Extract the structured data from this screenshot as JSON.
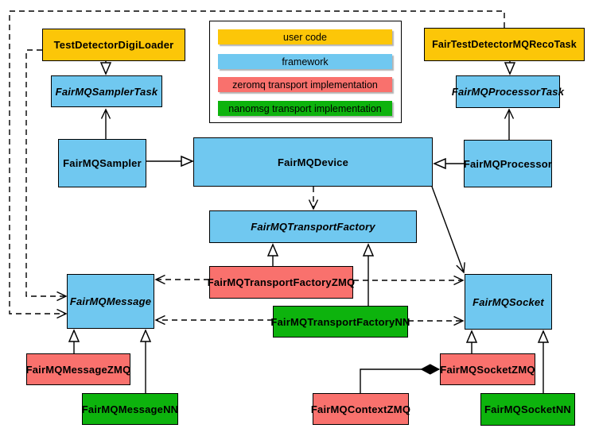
{
  "legend": {
    "items": [
      {
        "label": "user code",
        "color": "#fcc608"
      },
      {
        "label": "framework",
        "color": "#70c8f0"
      },
      {
        "label": "zeromq transport implementation",
        "color": "#f9716d"
      },
      {
        "label": "nanomsg transport implementation",
        "color": "#0db30d"
      }
    ]
  },
  "nodes": [
    {
      "label": "TestDetectorDigiLoader",
      "category": "user code",
      "abstract": false
    },
    {
      "label": "FairTestDetectorMQRecoTask",
      "category": "user code",
      "abstract": false
    },
    {
      "label": "FairMQSamplerTask",
      "category": "framework",
      "abstract": true
    },
    {
      "label": "FairMQProcessorTask",
      "category": "framework",
      "abstract": true
    },
    {
      "label": "FairMQSampler",
      "category": "framework",
      "abstract": false
    },
    {
      "label": "FairMQDevice",
      "category": "framework",
      "abstract": false
    },
    {
      "label": "FairMQProcessor",
      "category": "framework",
      "abstract": false
    },
    {
      "label": "FairMQTransportFactory",
      "category": "framework",
      "abstract": true
    },
    {
      "label": "FairMQTransportFactoryZMQ",
      "category": "zeromq transport implementation",
      "abstract": false
    },
    {
      "label": "FairMQTransportFactoryNN",
      "category": "nanomsg transport implementation",
      "abstract": false
    },
    {
      "label": "FairMQMessage",
      "category": "framework",
      "abstract": true
    },
    {
      "label": "FairMQSocket",
      "category": "framework",
      "abstract": true
    },
    {
      "label": "FairMQMessageZMQ",
      "category": "zeromq transport implementation",
      "abstract": false
    },
    {
      "label": "FairMQMessageNN",
      "category": "nanomsg transport implementation",
      "abstract": false
    },
    {
      "label": "FairMQSocketZMQ",
      "category": "zeromq transport implementation",
      "abstract": false
    },
    {
      "label": "FairMQSocketNN",
      "category": "nanomsg transport implementation",
      "abstract": false
    },
    {
      "label": "FairMQContextZMQ",
      "category": "zeromq transport implementation",
      "abstract": false
    }
  ],
  "edges": [
    {
      "from": "TestDetectorDigiLoader",
      "to": "FairMQSamplerTask",
      "type": "inheritance"
    },
    {
      "from": "FairTestDetectorMQRecoTask",
      "to": "FairMQProcessorTask",
      "type": "inheritance"
    },
    {
      "from": "FairMQSampler",
      "to": "FairMQSamplerTask",
      "type": "association"
    },
    {
      "from": "FairMQProcessor",
      "to": "FairMQProcessorTask",
      "type": "association"
    },
    {
      "from": "FairMQSampler",
      "to": "FairMQDevice",
      "type": "inheritance"
    },
    {
      "from": "FairMQProcessor",
      "to": "FairMQDevice",
      "type": "inheritance"
    },
    {
      "from": "FairMQDevice",
      "to": "FairMQTransportFactory",
      "type": "dependency"
    },
    {
      "from": "FairMQDevice",
      "to": "FairMQSocket",
      "type": "association"
    },
    {
      "from": "FairMQTransportFactoryZMQ",
      "to": "FairMQTransportFactory",
      "type": "inheritance"
    },
    {
      "from": "FairMQTransportFactoryNN",
      "to": "FairMQTransportFactory",
      "type": "inheritance"
    },
    {
      "from": "FairMQTransportFactoryZMQ",
      "to": "FairMQMessage",
      "type": "dependency"
    },
    {
      "from": "FairMQTransportFactoryZMQ",
      "to": "FairMQSocket",
      "type": "dependency"
    },
    {
      "from": "FairMQTransportFactoryNN",
      "to": "FairMQMessage",
      "type": "dependency"
    },
    {
      "from": "FairMQTransportFactoryNN",
      "to": "FairMQSocket",
      "type": "dependency"
    },
    {
      "from": "TestDetectorDigiLoader",
      "to": "FairMQMessage",
      "type": "dependency"
    },
    {
      "from": "FairTestDetectorMQRecoTask",
      "to": "FairMQMessage",
      "type": "dependency"
    },
    {
      "from": "FairMQMessageZMQ",
      "to": "FairMQMessage",
      "type": "inheritance"
    },
    {
      "from": "FairMQMessageNN",
      "to": "FairMQMessage",
      "type": "inheritance"
    },
    {
      "from": "FairMQSocketZMQ",
      "to": "FairMQSocket",
      "type": "inheritance"
    },
    {
      "from": "FairMQSocketNN",
      "to": "FairMQSocket",
      "type": "inheritance"
    },
    {
      "from": "FairMQContextZMQ",
      "to": "FairMQSocketZMQ",
      "type": "composition"
    }
  ]
}
